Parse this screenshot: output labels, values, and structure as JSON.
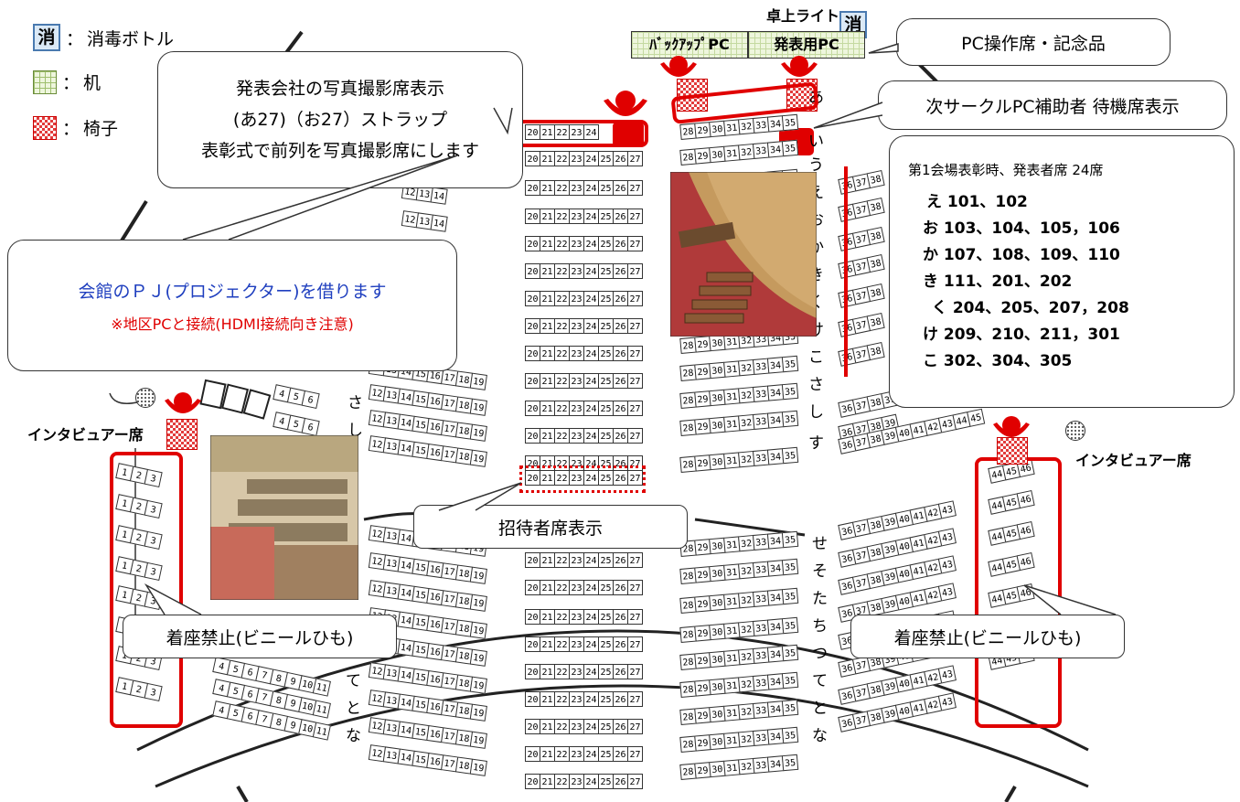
{
  "legend": {
    "disinfect_icon": "消",
    "disinfect_label": "消毒ボトル",
    "desk_label": "机",
    "chair_label": "椅子",
    "colon": "："
  },
  "desks": {
    "backup_pc": "ﾊﾞｯｸｱｯﾌﾟPC",
    "presenter_pc": "発表用PC",
    "desk_light": "卓上ライト",
    "disinfect_icon": "消"
  },
  "callouts": {
    "pc_station": "PC操作席・記念品",
    "photo_seats": [
      "発表会社の写真撮影席表示",
      "(あ27)（お27）ストラップ",
      "表彰式で前列を写真撮影席にします"
    ],
    "next_circle": "次サークルPC補助者 待機席表示",
    "projector_main": "会館のＰＪ(プロジェクター)を借ります",
    "projector_note": "※地区PCと接続(HDMI接続向き注意)",
    "invited": "招待者席表示",
    "no_sit_left": "着座禁止(ビニールひも)",
    "no_sit_right": "着座禁止(ビニールひも)",
    "awards_title": "第1会場表彰時、発表者席 24席",
    "awards_lines": [
      "え 101、102",
      "お 103、104、105，106",
      "か 107、108、109、110",
      "き 111、201、202",
      " く 204、205、207，208",
      "け 209、210、211，301",
      "こ 302、304、305"
    ]
  },
  "interview_left": "インタビュアー席",
  "interview_right": "インタビュアー席",
  "row_kana_right": [
    "あ",
    "い",
    "う",
    "え",
    "お",
    "か",
    "き",
    "く",
    "け",
    "こ",
    "さ",
    "し",
    "す"
  ],
  "row_kana_right_lower": [
    "せ",
    "そ",
    "た",
    "ち",
    "つ",
    "て",
    "と",
    "な"
  ],
  "row_kana_left": [
    "さ",
    "し"
  ],
  "row_kana_left_lower": [
    "て",
    "と",
    "な"
  ],
  "seats": {
    "center": [
      "20",
      "21",
      "22",
      "23",
      "24",
      "25",
      "26",
      "27"
    ],
    "right_center": [
      "28",
      "29",
      "30",
      "31",
      "32",
      "33",
      "34",
      "35"
    ],
    "left_center": [
      "12",
      "13",
      "14",
      "15",
      "16",
      "17",
      "18",
      "19"
    ],
    "left_outer": [
      "4",
      "5",
      "6",
      "7",
      "8",
      "9",
      "10",
      "11"
    ],
    "right_outer": [
      "36",
      "37",
      "38",
      "39",
      "40",
      "41",
      "42",
      "43"
    ],
    "far_right": [
      "44",
      "45",
      "46"
    ],
    "far_left": [
      "1",
      "2",
      "3"
    ],
    "far_right_long": [
      "36",
      "37",
      "38",
      "39",
      "40",
      "41",
      "42",
      "43",
      "44",
      "45"
    ]
  },
  "colors": {
    "red": "#e00000",
    "accent_blue": "#1f3fbf",
    "note_red": "#e00000"
  }
}
